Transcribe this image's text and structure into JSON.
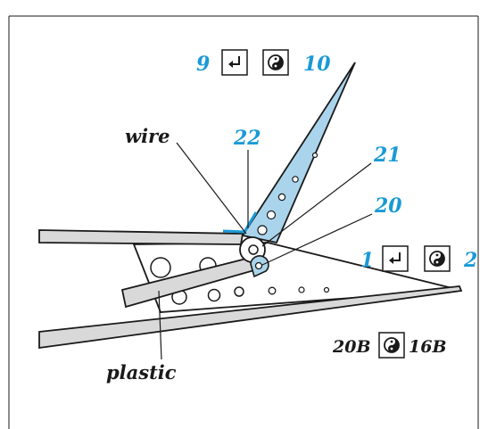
{
  "labels": {
    "wire": "wire",
    "plastic": "plastic",
    "part_22": "22",
    "part_21": "21",
    "part_20": "20",
    "step_top_from": "9",
    "step_top_to": "10",
    "step_mid_from": "1",
    "step_mid_to": "2",
    "step_bottom_from": "20B",
    "step_bottom_to": "16B"
  },
  "icons": {
    "step_top": [
      "fold-arrow-icon",
      "yin-yang-icon"
    ],
    "step_mid": [
      "fold-arrow-icon",
      "yin-yang-icon"
    ],
    "step_bottom": [
      "yin-yang-icon"
    ]
  },
  "colors": {
    "accent": "#1a9ad6",
    "blade_fill": "#a9d4ec",
    "part_fill": "#d9d9d9",
    "outline": "#1a1a1a"
  }
}
